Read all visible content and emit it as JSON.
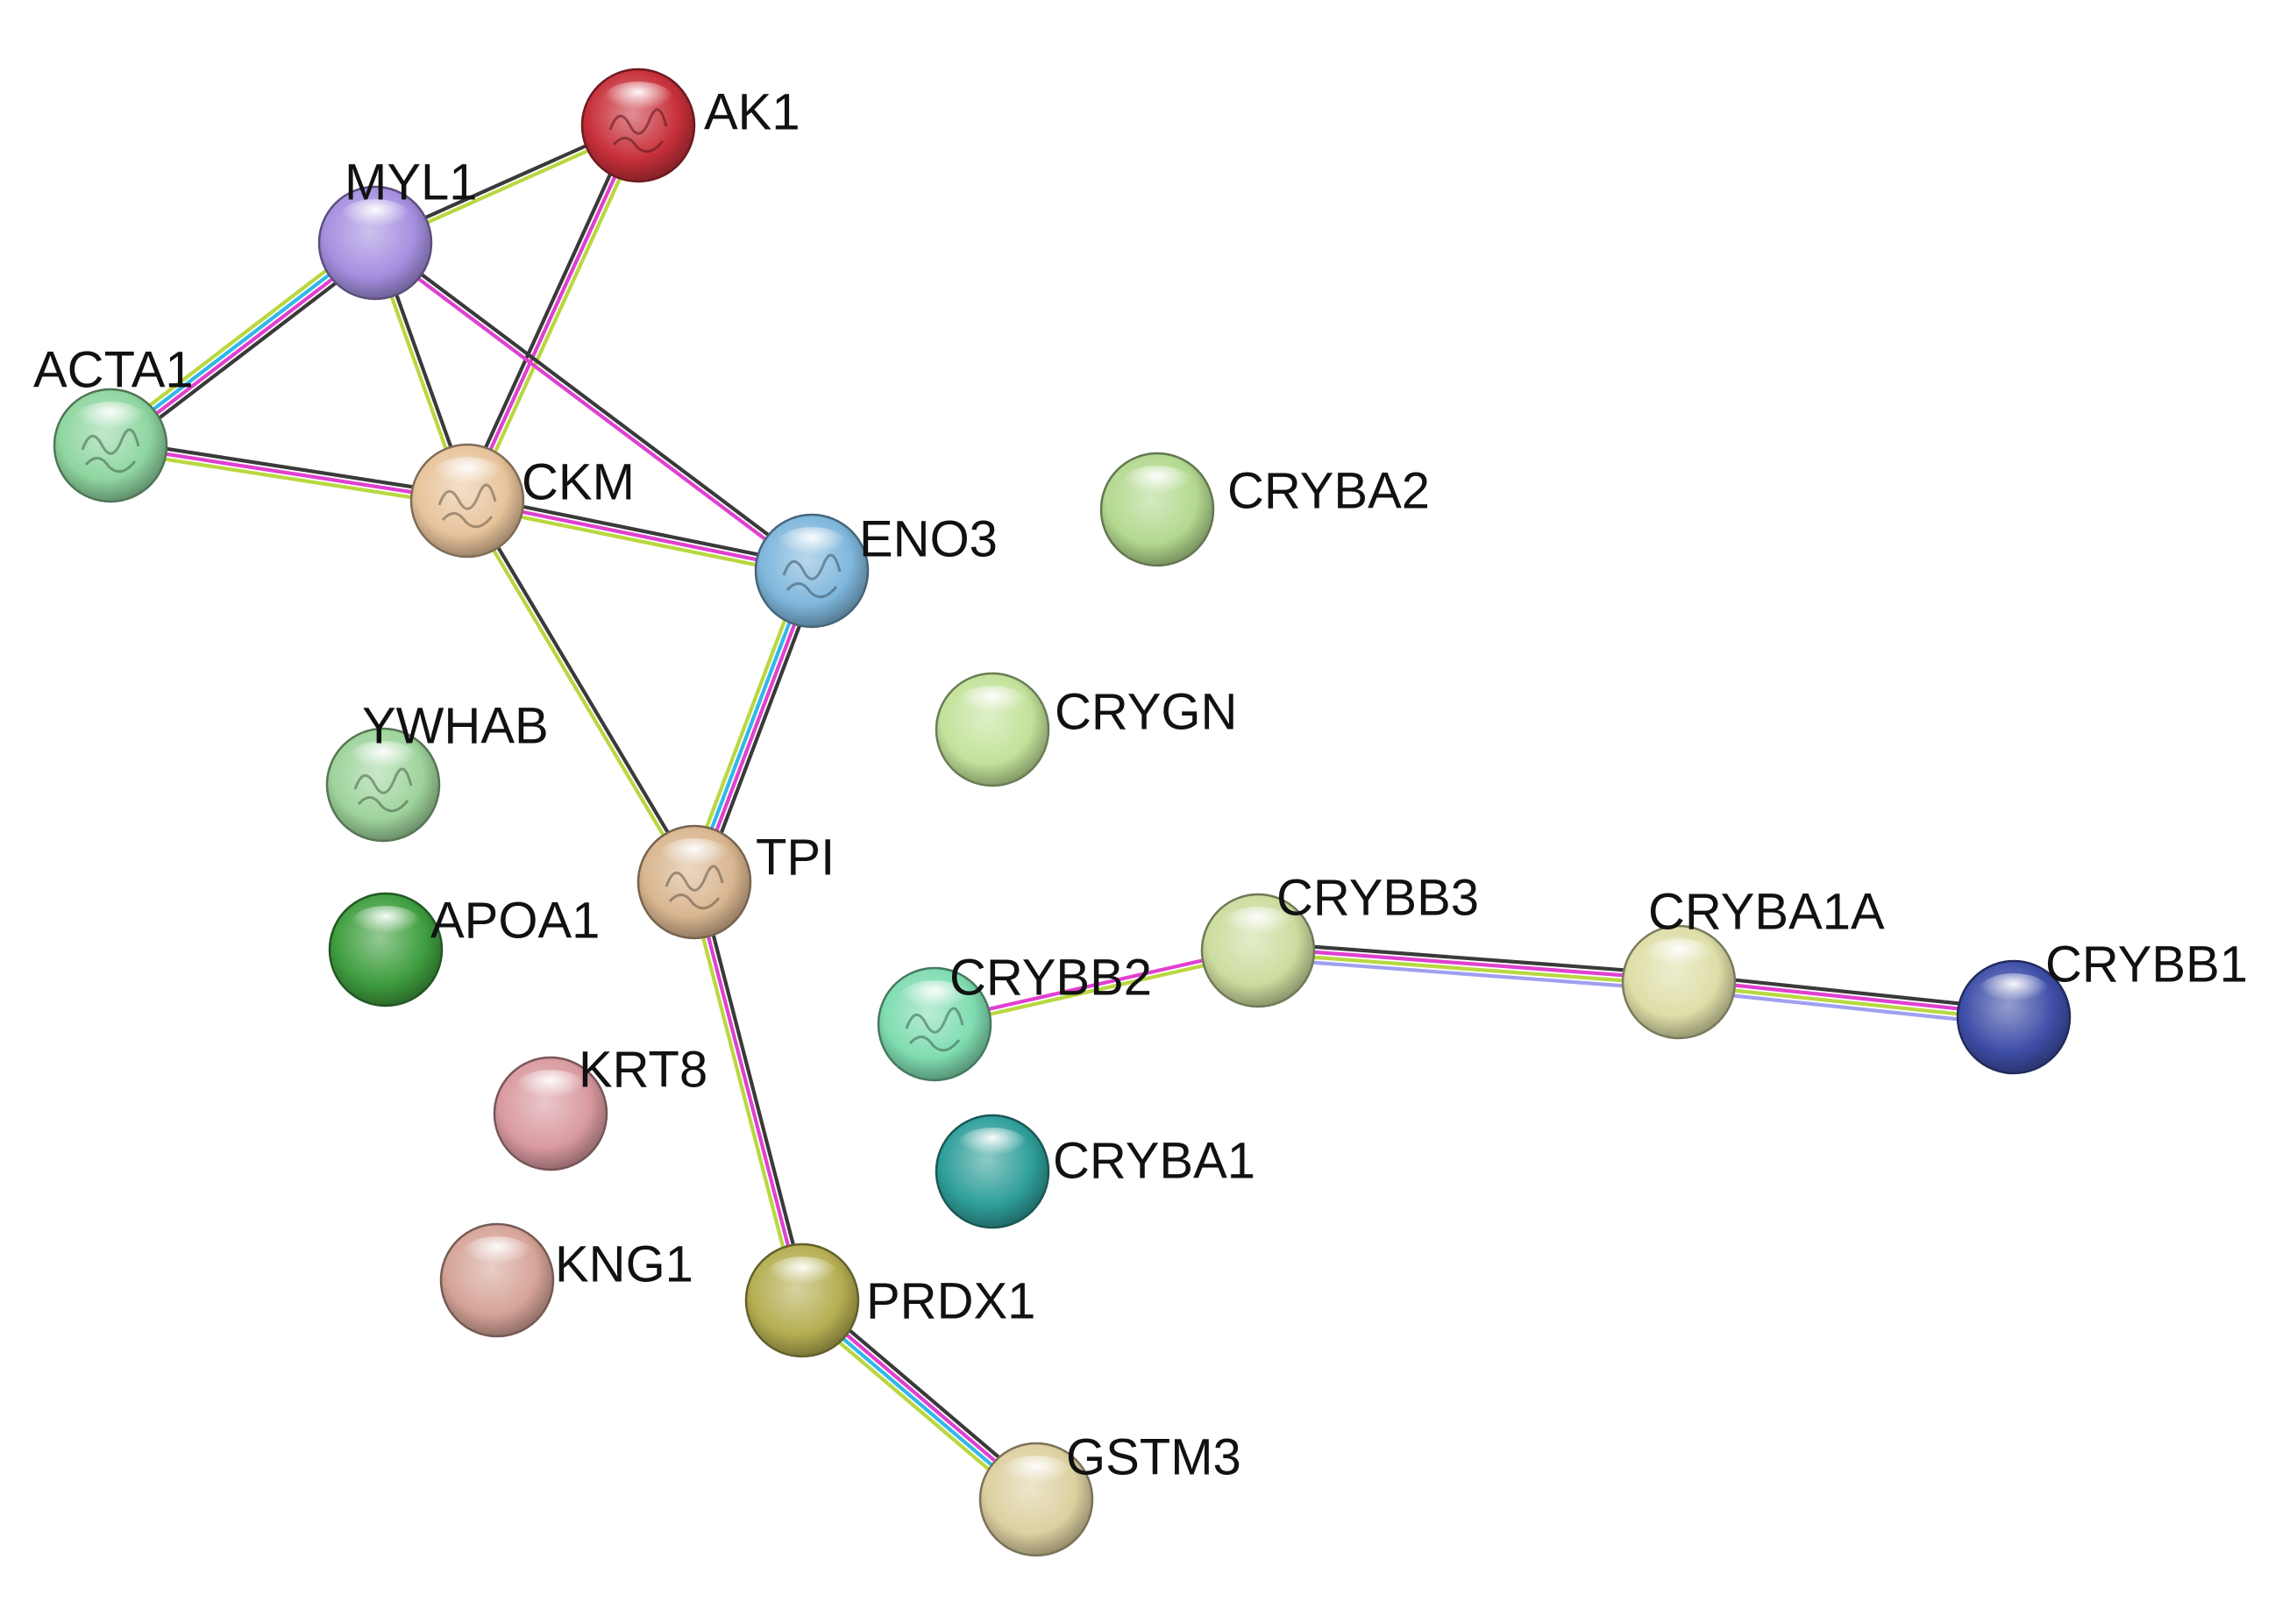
{
  "network": {
    "nodes": [
      {
        "id": "AK1",
        "label": "AK1",
        "color": "#c8303a",
        "structure": true
      },
      {
        "id": "MYL1",
        "label": "MYL1",
        "color": "#a58fe0",
        "structure": false
      },
      {
        "id": "ACTA1",
        "label": "ACTA1",
        "color": "#8fd6a0",
        "structure": true
      },
      {
        "id": "CKM",
        "label": "CKM",
        "color": "#e8c49c",
        "structure": true
      },
      {
        "id": "ENO3",
        "label": "ENO3",
        "color": "#7fb7dc",
        "structure": true
      },
      {
        "id": "CRYBA2",
        "label": "CRYBA2",
        "color": "#b3d98f",
        "structure": false
      },
      {
        "id": "CRYGN",
        "label": "CRYGN",
        "color": "#c3e29a",
        "structure": false
      },
      {
        "id": "YWHAB",
        "label": "YWHAB",
        "color": "#9ed49c",
        "structure": true
      },
      {
        "id": "TPI",
        "label": "TPI",
        "color": "#d9b690",
        "structure": true
      },
      {
        "id": "APOA1",
        "label": "APOA1",
        "color": "#3f9e3f",
        "structure": false
      },
      {
        "id": "CRYBB3",
        "label": "CRYBB3",
        "color": "#ccdc9e",
        "structure": false
      },
      {
        "id": "CRYBA1A",
        "label": "CRYBA1A",
        "color": "#dedea8",
        "structure": false
      },
      {
        "id": "CRYBB1",
        "label": "CRYBB1",
        "color": "#3f4fa8",
        "structure": false
      },
      {
        "id": "CRYBB2",
        "label": "CRYBB2",
        "color": "#7fdcb0",
        "structure": true
      },
      {
        "id": "KRT8",
        "label": "KRT8",
        "color": "#d99aa0",
        "structure": false
      },
      {
        "id": "CRYBA1",
        "label": "CRYBA1",
        "color": "#2f9f9a",
        "structure": false
      },
      {
        "id": "KNG1",
        "label": "KNG1",
        "color": "#d6a498",
        "structure": false
      },
      {
        "id": "PRDX1",
        "label": "PRDX1",
        "color": "#b5ae52",
        "structure": false
      },
      {
        "id": "GSTM3",
        "label": "GSTM3",
        "color": "#ddd0a0",
        "structure": false
      }
    ],
    "edges": [
      {
        "source": "MYL1",
        "target": "AK1",
        "evidence": [
          "black",
          "yellowgreen"
        ]
      },
      {
        "source": "CKM",
        "target": "AK1",
        "evidence": [
          "black",
          "magenta",
          "yellowgreen"
        ]
      },
      {
        "source": "MYL1",
        "target": "ACTA1",
        "evidence": [
          "black",
          "magenta",
          "cyan",
          "yellowgreen"
        ]
      },
      {
        "source": "MYL1",
        "target": "CKM",
        "evidence": [
          "black",
          "yellowgreen"
        ]
      },
      {
        "source": "MYL1",
        "target": "ENO3",
        "evidence": [
          "black",
          "magenta"
        ]
      },
      {
        "source": "ACTA1",
        "target": "CKM",
        "evidence": [
          "black",
          "magenta",
          "yellowgreen"
        ]
      },
      {
        "source": "CKM",
        "target": "ENO3",
        "evidence": [
          "black",
          "magenta",
          "yellowgreen"
        ]
      },
      {
        "source": "CKM",
        "target": "TPI",
        "evidence": [
          "black",
          "yellowgreen"
        ]
      },
      {
        "source": "ENO3",
        "target": "TPI",
        "evidence": [
          "black",
          "magenta",
          "cyan",
          "yellowgreen"
        ]
      },
      {
        "source": "TPI",
        "target": "PRDX1",
        "evidence": [
          "black",
          "magenta",
          "yellowgreen"
        ]
      },
      {
        "source": "PRDX1",
        "target": "GSTM3",
        "evidence": [
          "black",
          "magenta",
          "cyan",
          "yellowgreen"
        ]
      },
      {
        "source": "CRYBB2",
        "target": "CRYBB3",
        "evidence": [
          "magenta",
          "yellowgreen"
        ]
      },
      {
        "source": "CRYBB3",
        "target": "CRYBA1A",
        "evidence": [
          "black",
          "magenta",
          "yellowgreen",
          "lavender"
        ]
      },
      {
        "source": "CRYBA1A",
        "target": "CRYBB1",
        "evidence": [
          "black",
          "magenta",
          "yellowgreen",
          "lavender"
        ]
      }
    ],
    "evidence_colors": {
      "black": "#3a3a3a",
      "magenta": "#e040d0",
      "cyan": "#30b8e8",
      "yellowgreen": "#b8d840",
      "lavender": "#a0a0f0"
    }
  }
}
